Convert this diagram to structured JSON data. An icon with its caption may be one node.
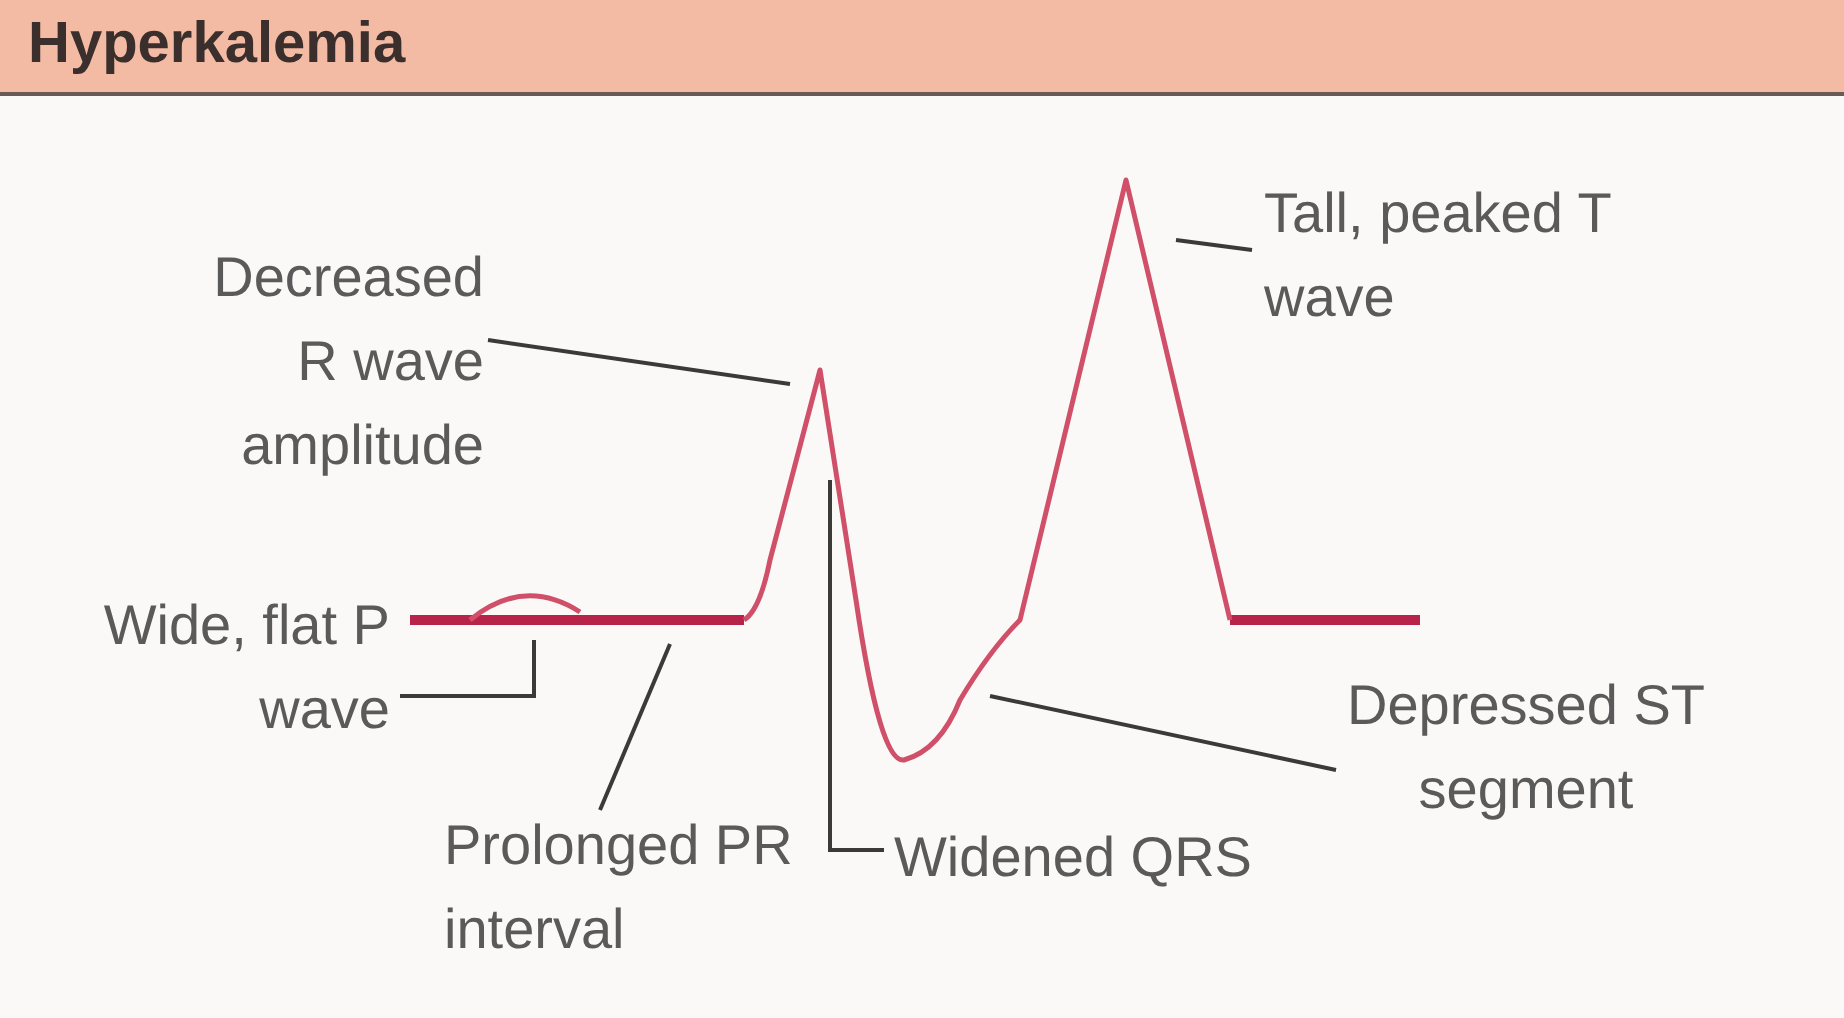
{
  "diagram": {
    "title": "Hyperkalemia",
    "nodes": [
      {
        "text": [
          "Decreased R wave amplitude"
        ]
      },
      {
        "text": [
          "Tall, peaked T wave"
        ]
      },
      {
        "text": [
          "Wide, flat P wave"
        ]
      },
      {
        "text": [
          "Depressed ST segment"
        ]
      },
      {
        "text": [
          "Prolonged PR interval"
        ]
      },
      {
        "text": [
          "Widened QRS"
        ]
      }
    ],
    "edges": [
      {
        "from": 0,
        "to": null,
        "arrow": "none"
      },
      {
        "from": 1,
        "to": null,
        "arrow": "none"
      },
      {
        "from": 2,
        "to": null,
        "arrow": "none"
      },
      {
        "from": 3,
        "to": null,
        "arrow": "none"
      },
      {
        "from": 4,
        "to": null,
        "arrow": "none"
      },
      {
        "from": 5,
        "to": null,
        "arrow": "none"
      }
    ]
  }
}
